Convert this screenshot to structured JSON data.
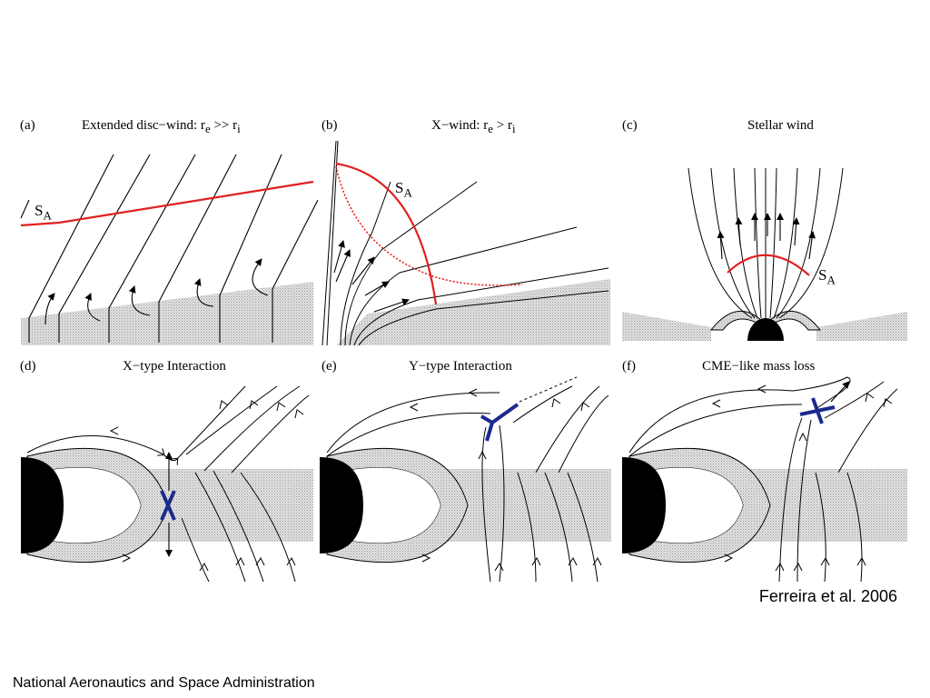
{
  "panels": [
    {
      "id": "a",
      "label": "(a)",
      "title_main": "Extended disc−wind:  r",
      "title_sub1": "e",
      "title_mid": " >> r",
      "title_sub2": "i",
      "sa_main": "S",
      "sa_sub": "A"
    },
    {
      "id": "b",
      "label": "(b)",
      "title_main": "X−wind:  r",
      "title_sub1": "e",
      "title_mid": " > r",
      "title_sub2": "i",
      "sa_main": "S",
      "sa_sub": "A"
    },
    {
      "id": "c",
      "label": "(c)",
      "title_main": "Stellar wind",
      "sa_main": "S",
      "sa_sub": "A"
    },
    {
      "id": "d",
      "label": "(d)",
      "title_main": "X−type Interaction"
    },
    {
      "id": "e",
      "label": "(e)",
      "title_main": "Y−type Interaction"
    },
    {
      "id": "f",
      "label": "(f)",
      "title_main": "CME−like mass loss"
    }
  ],
  "colors": {
    "alfven_surface": "#e02020",
    "reconnection": "#1a2a8c",
    "disc_fill": "#d4d4d4",
    "star": "#000000"
  },
  "credit": "Ferreira et al. 2006",
  "footer": "National Aeronautics and Space Administration"
}
